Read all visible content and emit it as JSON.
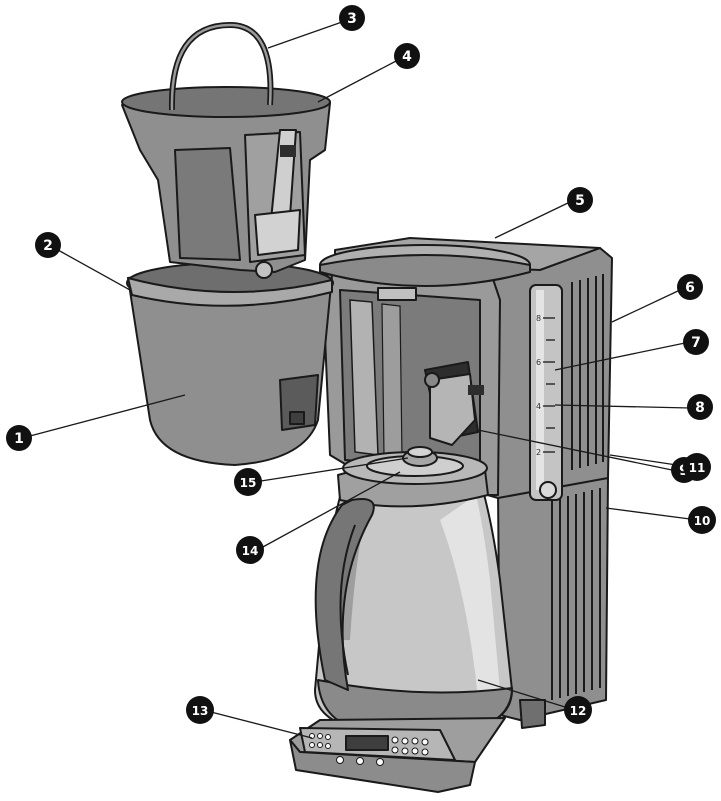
{
  "colors": {
    "outline": "#1a1a1a",
    "body_gray": "#8f8f8f",
    "dark_gray": "#6f6f6f",
    "light_gray": "#b9b9b9",
    "highlight": "#dcdcdc",
    "callout_fill": "#111111",
    "callout_text": "#ffffff"
  },
  "callouts": [
    {
      "label": "1"
    },
    {
      "label": "2"
    },
    {
      "label": "3"
    },
    {
      "label": "4"
    },
    {
      "label": "5"
    },
    {
      "label": "6"
    },
    {
      "label": "7"
    },
    {
      "label": "8"
    },
    {
      "label": "9"
    },
    {
      "label": "10"
    },
    {
      "label": "11"
    },
    {
      "label": "12"
    },
    {
      "label": "13"
    },
    {
      "label": "14"
    },
    {
      "label": "15"
    }
  ],
  "water_level_scale": [
    "8",
    "6",
    "4",
    "2"
  ]
}
